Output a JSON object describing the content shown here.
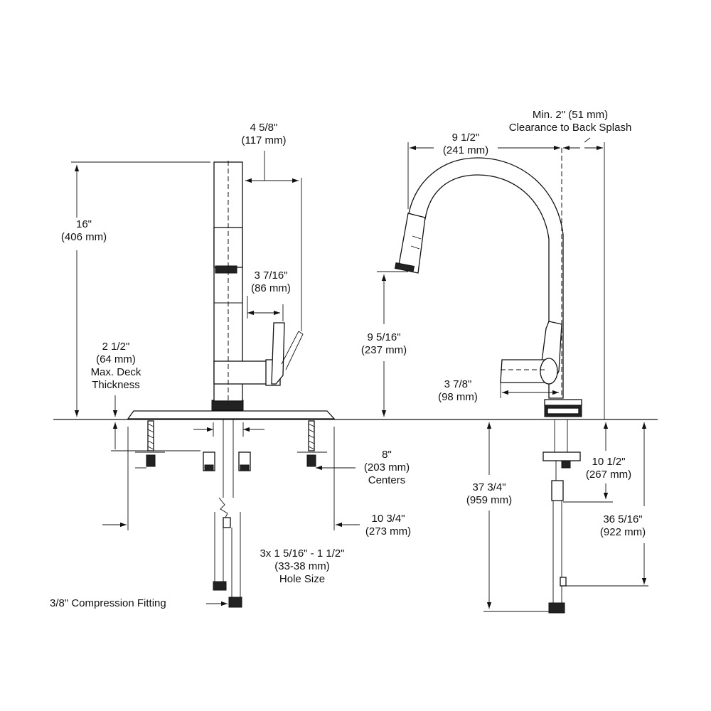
{
  "diagram": {
    "dims": {
      "spout_reach_side": [
        "4 5/8\"",
        "(117 mm)"
      ],
      "height_total": [
        "16\"",
        "(406 mm)"
      ],
      "handle_offset": [
        "3 7/16\"",
        "(86 mm)"
      ],
      "deck_thickness": [
        "2 1/2\"",
        "(64 mm)",
        "Max. Deck",
        "Thickness"
      ],
      "centers": [
        "8\"",
        "(203 mm)",
        "Centers"
      ],
      "plate_width": [
        "10 3/4\"",
        "(273 mm)"
      ],
      "hole_size": [
        "3x 1 5/16\" - 1 1/2\"",
        "(33-38 mm)",
        "Hole Size"
      ],
      "compression_fitting": "3/8\" Compression Fitting",
      "spout_reach": [
        "9 1/2\"",
        "(241 mm)"
      ],
      "clearance": [
        "Min. 2\" (51 mm)",
        "Clearance to Back Splash"
      ],
      "spout_height": [
        "9 5/16\"",
        "(237 mm)"
      ],
      "handle_reach": [
        "3 7/8\"",
        "(98 mm)"
      ],
      "hose_length": [
        "37 3/4\"",
        "(959 mm)"
      ],
      "shank_length": [
        "10 1/2\"",
        "(267 mm)"
      ],
      "supply_length": [
        "36 5/16\"",
        "(922 mm)"
      ]
    }
  }
}
